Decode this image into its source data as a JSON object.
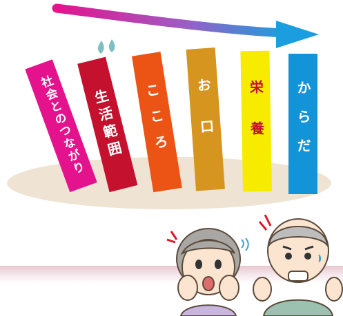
{
  "bars": {
    "social_connection": "社会とのつながり",
    "living_area": "生活範囲",
    "heart": "こころ",
    "mouth": "お口",
    "nutrition": "栄養",
    "body": "からだ"
  },
  "colors": {
    "social_connection": "#e4138d",
    "living_area": "#c3112e",
    "heart": "#ec5415",
    "mouth": "#d6951e",
    "nutrition": "#f7eb00",
    "body": "#1394d8",
    "arrow_start": "#e4138d",
    "arrow_end": "#1a9ee0"
  },
  "icons": [
    "arrow-right-icon",
    "sweat-drop-icon",
    "elderly-woman-figure",
    "elderly-man-figure"
  ]
}
